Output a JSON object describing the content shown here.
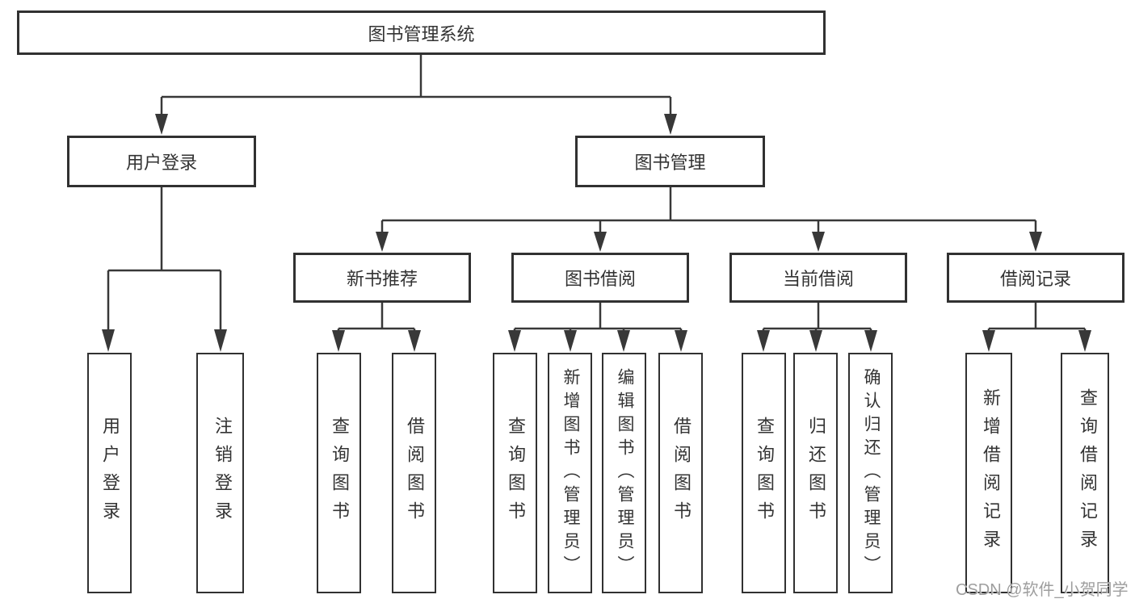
{
  "diagram": {
    "root": "图书管理系统",
    "branches": [
      {
        "label": "用户登录",
        "leaves": [
          "用户登录",
          "注销登录"
        ]
      },
      {
        "label": "图书管理",
        "groups": [
          {
            "label": "新书推荐",
            "leaves": [
              "查询图书",
              "借阅图书"
            ]
          },
          {
            "label": "图书借阅",
            "leaves": [
              "查询图书",
              "新增图书（管理员）",
              "编辑图书（管理员）",
              "借阅图书"
            ]
          },
          {
            "label": "当前借阅",
            "leaves": [
              "查询图书",
              "归还图书",
              "确认归还（管理员）"
            ]
          },
          {
            "label": "借阅记录",
            "leaves": [
              "新增借阅记录",
              "查询借阅记录"
            ]
          }
        ]
      }
    ]
  },
  "watermark": "CSDN @软件_小贺同学",
  "colors": {
    "line": "#383838",
    "border": "#313131",
    "text": "#333333",
    "watermark": "#9e9e9e",
    "background": "#ffffff"
  }
}
